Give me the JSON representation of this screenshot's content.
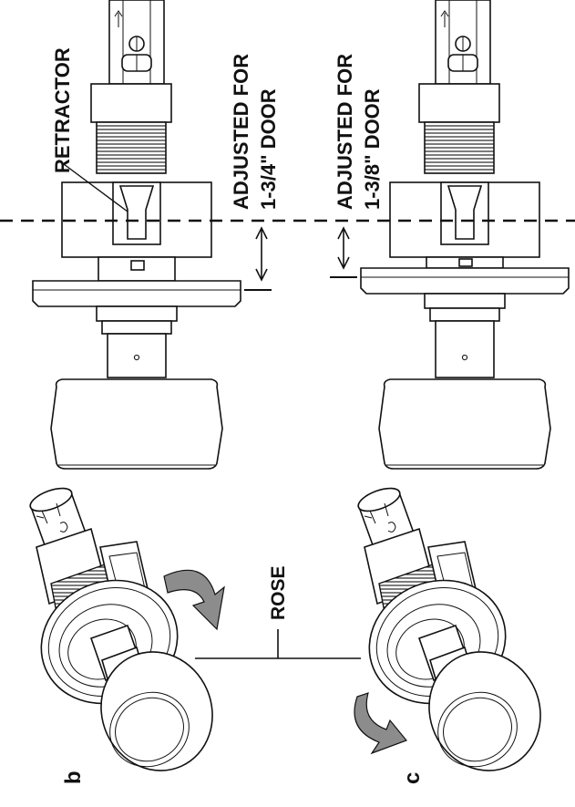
{
  "labels": {
    "retractor": "RETRACTOR",
    "adjusted_b": "ADJUSTED FOR",
    "door_b": "1-3/4\" DOOR",
    "adjusted_c": "ADJUSTED FOR",
    "door_c": "1-3/8\" DOOR",
    "rose": "ROSE",
    "fig_b": "b",
    "fig_c": "c"
  },
  "colors": {
    "ink": "#111111",
    "arrow_gray": "#8c8c8c"
  }
}
